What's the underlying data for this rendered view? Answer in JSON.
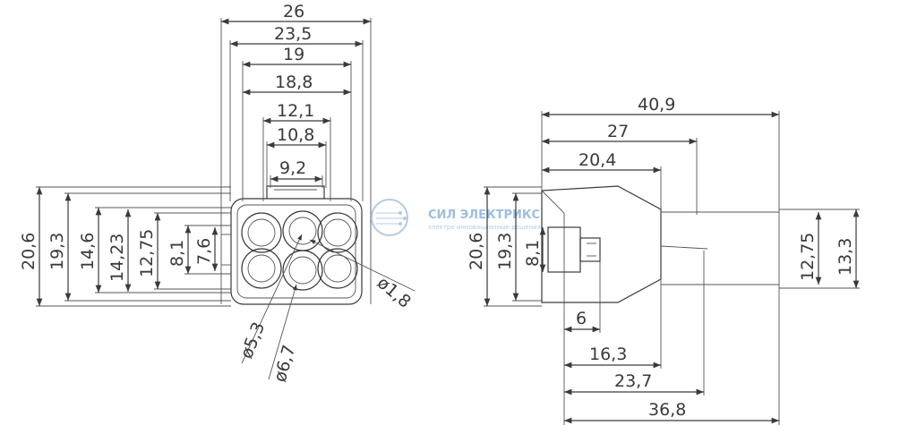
{
  "front_view": {
    "horizontal_dims": [
      "26",
      "23,5",
      "19",
      "18,8",
      "12,1",
      "10,8",
      "9,2"
    ],
    "vertical_dims": [
      "20,6",
      "19,3",
      "14,6",
      "14,23",
      "12,75",
      "8,1",
      "7,6"
    ],
    "diameter_labels": [
      "ø5,3",
      "ø6,7",
      "ø1,8"
    ]
  },
  "side_view": {
    "top_dims": [
      "40,9",
      "27",
      "20,4"
    ],
    "left_dims": [
      "20,6",
      "19,3",
      "8,1"
    ],
    "right_dims": [
      "12,75",
      "13,3"
    ],
    "bottom_dims": [
      "6",
      "16,3",
      "23,7",
      "36,8"
    ]
  },
  "watermark": {
    "name": "СИЛ ЭЛЕКТРИКС",
    "tagline": "электро инновационные решения"
  }
}
